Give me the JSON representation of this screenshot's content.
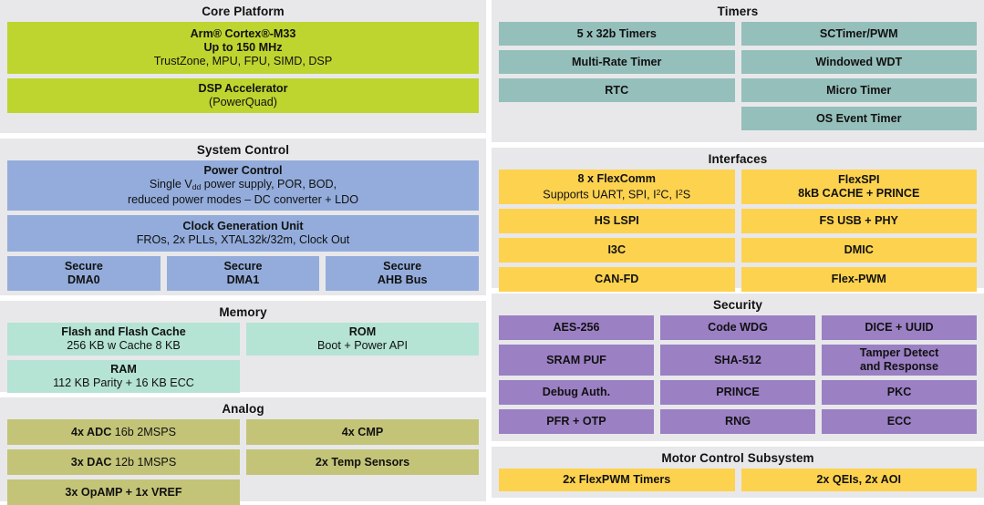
{
  "diagram": {
    "colors": {
      "core": "#bed52f",
      "system": "#93acdb",
      "memory": "#b5e3d4",
      "analog": "#c3c477",
      "timers": "#95bfbb",
      "interfaces": "#fdd24f",
      "security": "#9b80c4",
      "panel_background": "#e8e8ea",
      "page_background": "#ffffff"
    },
    "panels": {
      "core_platform": {
        "title": "Core Platform",
        "blocks": {
          "cpu": {
            "line1": "Arm® Cortex®-M33",
            "line2": "Up to 150  MHz",
            "line3": "TrustZone, MPU, FPU, SIMD, DSP"
          },
          "dsp": {
            "line1": "DSP Accelerator",
            "line2": "(PowerQuad)"
          }
        }
      },
      "system_control": {
        "title": "System Control",
        "blocks": {
          "power": {
            "line1": "Power Control",
            "line2_pre": "Single V",
            "line2_sub": "dd",
            "line2_post": " power supply, POR, BOD,",
            "line3": "reduced power modes – DC converter + LDO"
          },
          "clock": {
            "line1": "Clock Generation Unit",
            "line2": "FROs, 2x PLLs, XTAL32k/32m, Clock Out"
          },
          "dma0": {
            "line1": "Secure",
            "line2": "DMA0"
          },
          "dma1": {
            "line1": "Secure",
            "line2": "DMA1"
          },
          "ahb": {
            "line1": "Secure",
            "line2": "AHB Bus"
          }
        }
      },
      "memory": {
        "title": "Memory",
        "blocks": {
          "flash": {
            "line1": "Flash and Flash Cache",
            "line2": "256 KB w Cache 8 KB"
          },
          "rom": {
            "line1": "ROM",
            "line2": "Boot + Power API"
          },
          "ram": {
            "line1": "RAM",
            "line2": "112 KB Parity + 16 KB ECC"
          }
        }
      },
      "analog": {
        "title": "Analog",
        "blocks": {
          "adc": {
            "bold": "4x ADC",
            "normal": " 16b 2MSPS"
          },
          "cmp": {
            "bold": "4x CMP",
            "normal": ""
          },
          "dac": {
            "bold": "3x DAC",
            "normal": " 12b 1MSPS"
          },
          "temp": {
            "bold": "2x Temp Sensors",
            "normal": ""
          },
          "opamp": {
            "bold": "3x OpAMP + 1x VREF",
            "normal": ""
          }
        }
      },
      "timers": {
        "title": "Timers",
        "left_blocks": [
          {
            "label": "5 x 32b Timers"
          },
          {
            "label": "Multi-Rate Timer"
          },
          {
            "label": "RTC"
          }
        ],
        "right_blocks": [
          {
            "label": "SCTimer/PWM"
          },
          {
            "label": "Windowed WDT"
          },
          {
            "label": "Micro Timer"
          },
          {
            "label": "OS Event Timer"
          }
        ]
      },
      "interfaces": {
        "title": "Interfaces",
        "blocks": {
          "flexcomm": {
            "line1": "8 x FlexComm",
            "line2_a": "Supports UART, SPI, I",
            "line2_sup1": "2",
            "line2_b": "C, I",
            "line2_sup2": "2",
            "line2_c": "S"
          },
          "flexspi": {
            "line1": "FlexSPI",
            "line2": "8kB CACHE + PRINCE"
          },
          "left_rest": [
            {
              "label": "HS LSPI"
            },
            {
              "label": "I3C"
            },
            {
              "label": "CAN-FD"
            }
          ],
          "right_rest": [
            {
              "label": "FS USB + PHY"
            },
            {
              "label": "DMIC"
            },
            {
              "label": "Flex-PWM"
            }
          ]
        }
      },
      "security": {
        "title": "Security",
        "rows": [
          [
            {
              "label": "AES-256"
            },
            {
              "label": "Code WDG"
            },
            {
              "label": "DICE + UUID"
            }
          ],
          [
            {
              "label": "SRAM PUF"
            },
            {
              "label": "SHA-512"
            },
            {
              "line1": "Tamper Detect",
              "line2": "and Response"
            }
          ],
          [
            {
              "label": "Debug Auth."
            },
            {
              "label": "PRINCE"
            },
            {
              "label": "PKC"
            }
          ],
          [
            {
              "label": "PFR + OTP"
            },
            {
              "label": "RNG"
            },
            {
              "label": "ECC"
            }
          ]
        ]
      },
      "motor_control": {
        "title": "Motor Control Subsystem",
        "blocks": [
          {
            "label": "2x FlexPWM Timers"
          },
          {
            "label": "2x QEIs, 2x AOI"
          }
        ]
      }
    }
  }
}
